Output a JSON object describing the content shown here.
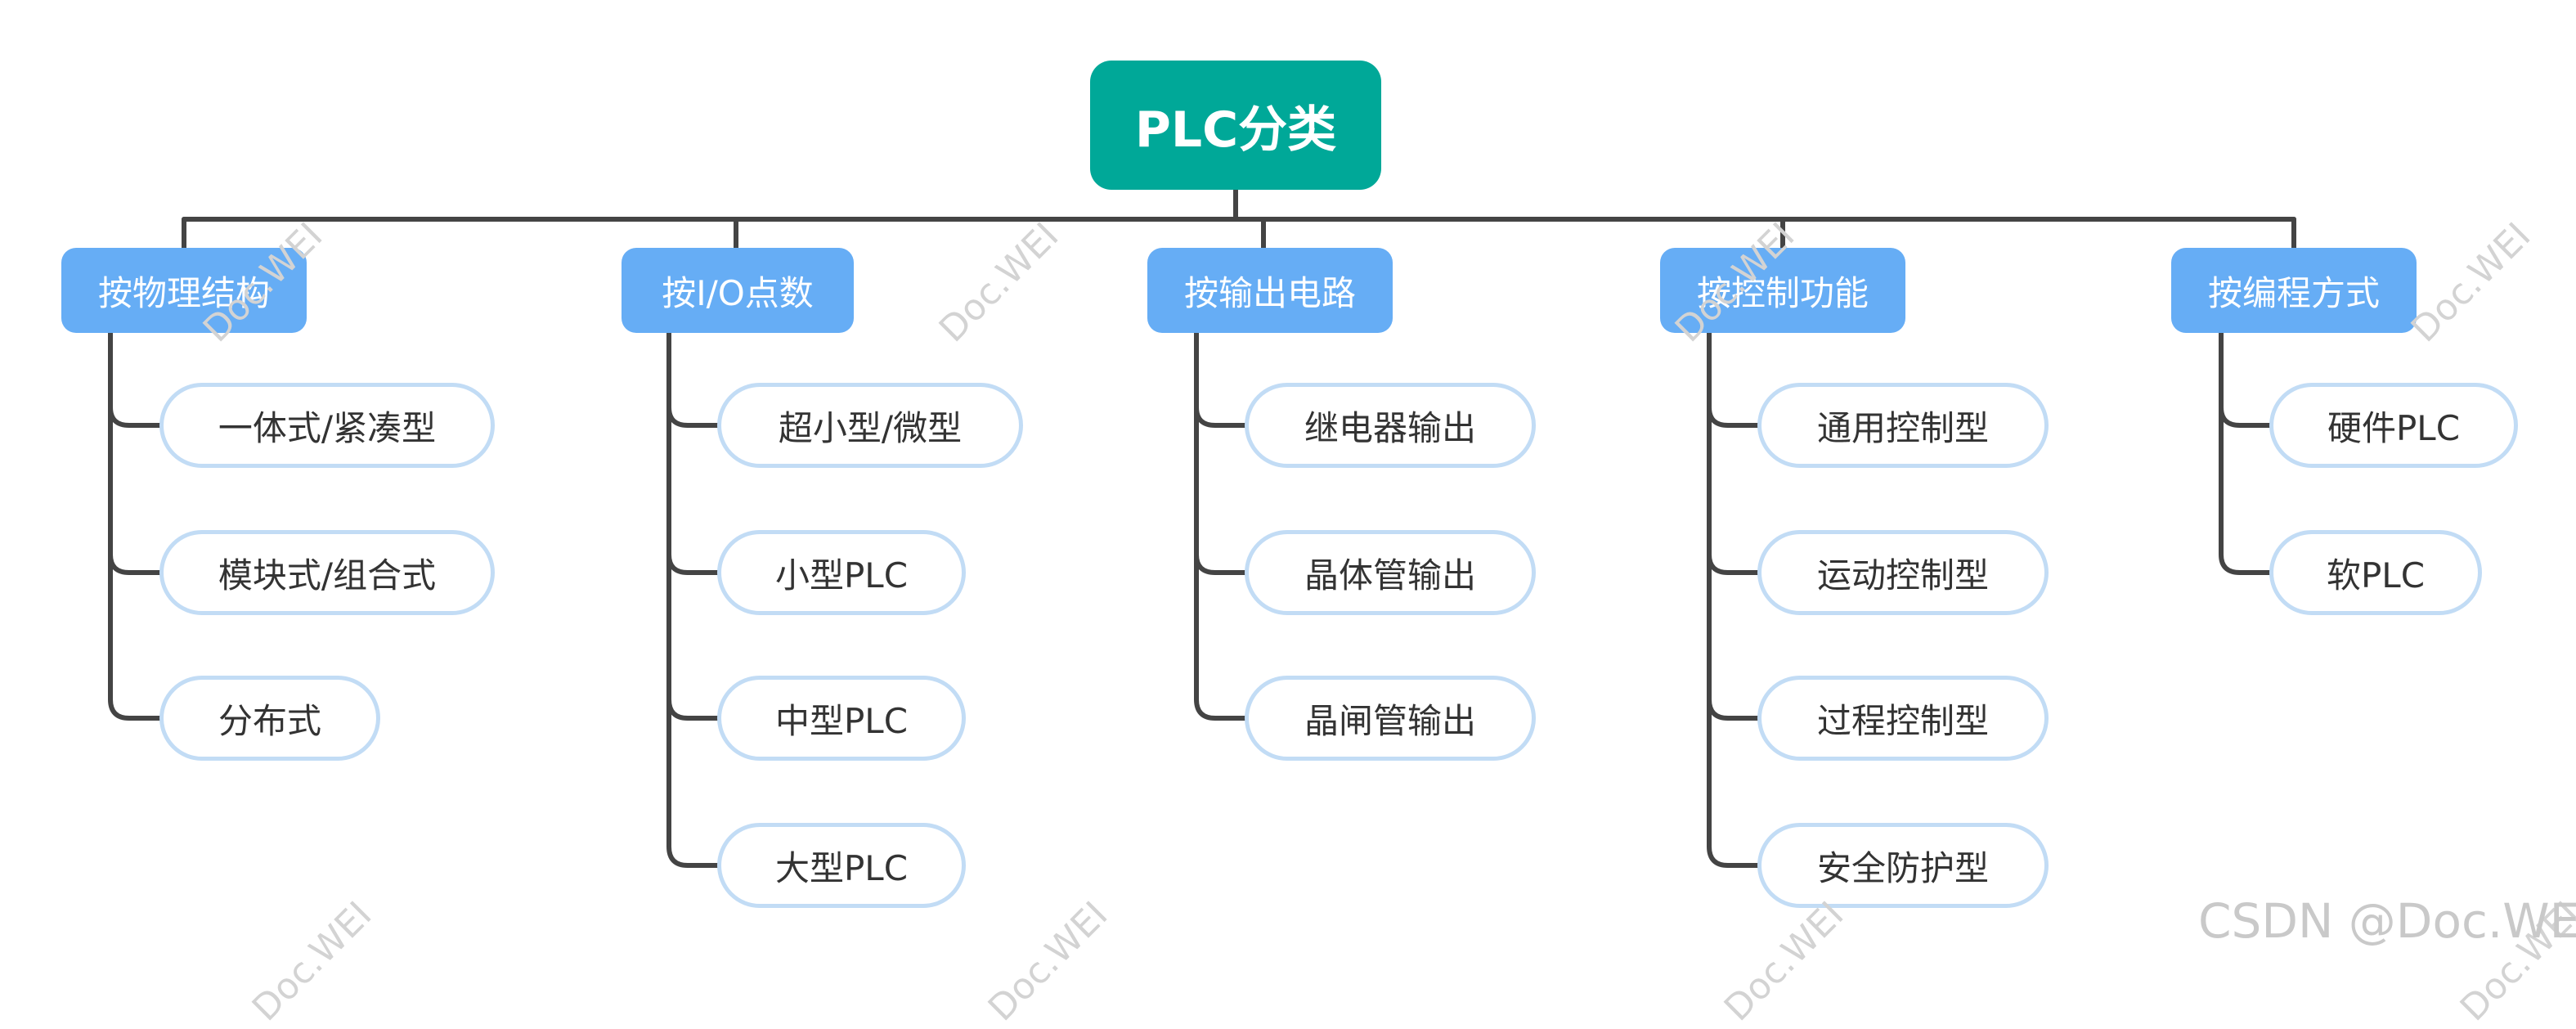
{
  "diagram": {
    "root": "PLC分类",
    "categories": [
      {
        "label": "按物理结构",
        "items": [
          "一体式/紧凑型",
          "模块式/组合式",
          "分布式"
        ]
      },
      {
        "label": "按I/O点数",
        "items": [
          "超小型/微型",
          "小型PLC",
          "中型PLC",
          "大型PLC"
        ]
      },
      {
        "label": "按输出电路",
        "items": [
          "继电器输出",
          "晶体管输出",
          "晶闸管输出"
        ]
      },
      {
        "label": "按控制功能",
        "items": [
          "通用控制型",
          "运动控制型",
          "过程控制型",
          "安全防护型"
        ]
      },
      {
        "label": "按编程方式",
        "items": [
          "硬件PLC",
          "软PLC"
        ]
      }
    ]
  },
  "watermark": {
    "text": "Doc.WEI",
    "credit": "CSDN @Doc.WEI"
  },
  "colors": {
    "root_fill": "#00a898",
    "category_fill": "#66adf5",
    "leaf_border": "#c2dcf5",
    "connector": "#444444"
  }
}
